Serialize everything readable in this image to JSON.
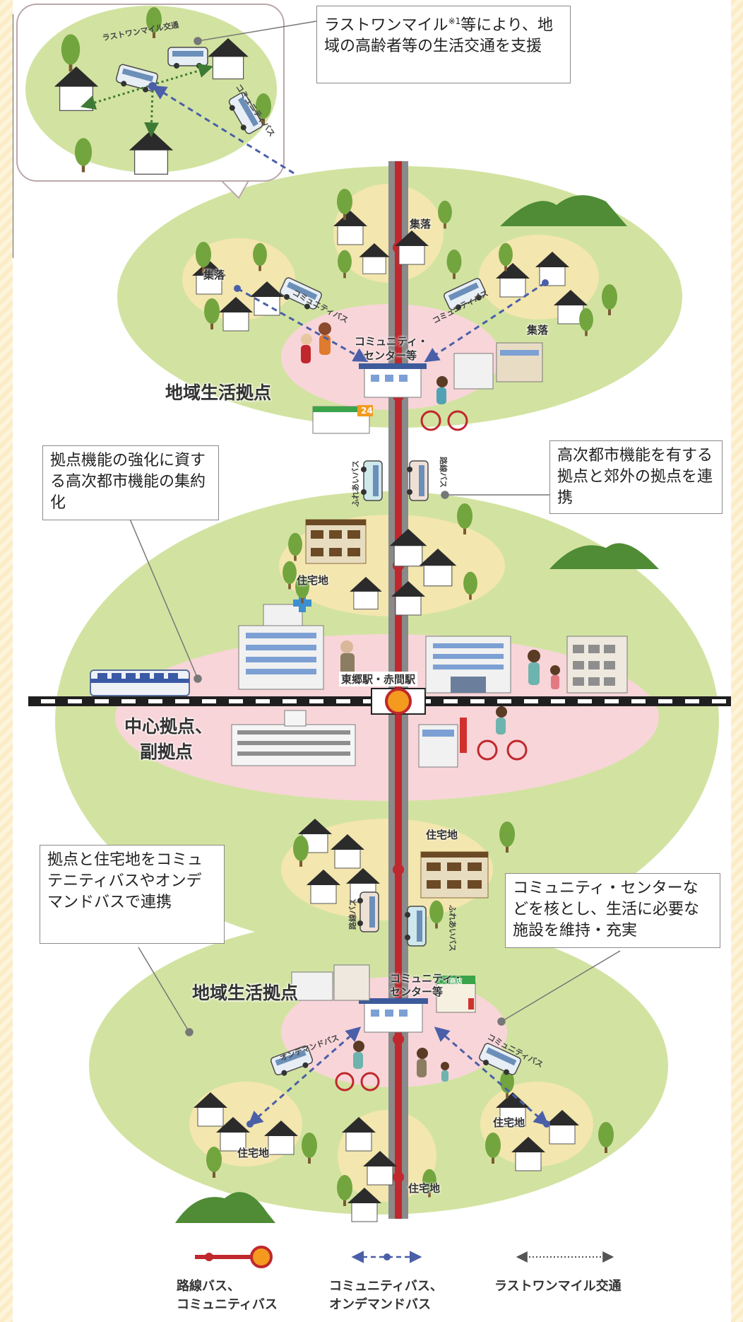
{
  "callouts": {
    "last_mile": {
      "pre": "ラストワンマイル",
      "sup": "※1",
      "post": "等により、地域の高齢者等の生活交通を支援"
    },
    "high_function_link": "高次都市機能を有する拠点と郊外の拠点を連携",
    "consolidation": "拠点機能の強化に資する高次都市機能の集約化",
    "residential_link": "拠点と住宅地をコミュテニティバスやオンデマンドバスで連携",
    "community_center": "コミュニティ・センターなどを核とし、生活に必要な施設を維持・充実"
  },
  "labels": {
    "local_hub_top": "地域生活拠点",
    "local_hub_bottom": "地域生活拠点",
    "central_hub_1": "中心拠点、",
    "central_hub_2": "副拠点",
    "village_top": "集落",
    "village_left": "集落",
    "village_right": "集落",
    "community_center_top_1": "コミュニティ・",
    "community_center_top_2": "センター等",
    "community_center_bottom_1": "コミュニティ・",
    "community_center_bottom_2": "センター等",
    "residential_upper": "住宅地",
    "residential_mid": "住宅地",
    "residential_bl": "住宅地",
    "residential_bc": "住宅地",
    "residential_br": "住宅地",
    "station": "東郷駅・赤間駅",
    "store_24": "24",
    "zoom_last_mile": "ラストワンマイル交通",
    "zoom_community_bus": "コミュニティバス",
    "bus_community_left": "コミュニティバス",
    "bus_community_right": "コミュニティバス",
    "bus_fureai_upper": "ふれあいバス",
    "bus_route_upper": "路線バス",
    "bus_route_lower": "路線バス",
    "bus_fureai_lower": "ふれあいバス",
    "bus_ondemand": "オンデマンドバス",
    "bus_community_bottom": "コミュニティバス",
    "shop_sign": "○○商店"
  },
  "legend": {
    "route_line_1": "路線バス、",
    "route_line_2": "コミュニティバス",
    "community_line_1": "コミュニティバス、",
    "community_line_2": "オンデマンドバス",
    "last_mile_line": "ラストワンマイル交通"
  },
  "colors": {
    "outer_green": "#d2e3a1",
    "inner_yellow": "#f3e6ae",
    "hub_pink": "#f8d5d9",
    "route_red": "#c0282d",
    "track_gray": "#8a8a8a",
    "station_orange": "#f39a1f",
    "community_blue": "#4a5fa8",
    "tree_green": "#73a53f",
    "mountain_green": "#4f8c35",
    "roof_dark": "#2b2b2b"
  }
}
